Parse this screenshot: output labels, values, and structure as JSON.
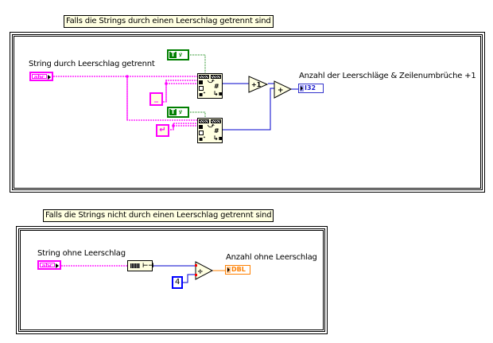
{
  "frames": [
    {
      "caption": "Falls die Strings durch einen Leerschlag getrennt sind",
      "input_label": "String durch Leerschlag getrennt",
      "input_type": "abc",
      "output_label": "Anzahl der Leerschläge & Zeilenumbrüche +1",
      "output_type": "I32",
      "constants": {
        "bool_1": "T",
        "bool_2": "T",
        "space_const": "_",
        "newline_const": "↵"
      },
      "operators": {
        "increment": "+1",
        "add": "+"
      }
    },
    {
      "caption": "Falls die Strings nicht durch einen Leerschlag getrennt sind",
      "input_label": "String ohne Leerschlag",
      "input_type": "abc",
      "output_label": "Anzahl ohne Leerschlag",
      "output_type": "DBL",
      "constants": {
        "divisor": "4"
      },
      "operators": {
        "divide": "÷",
        "string_length": "⊢⊣"
      }
    }
  ],
  "colors": {
    "string_wire": "#ff00ff",
    "numeric_wire": "#0000ff",
    "boolean_wire": "#007f00",
    "dbl_wire": "#ff8000",
    "node_fill": "#ffffe1",
    "i32_indicator": "#3333cc",
    "dbl_indicator": "#ff8000"
  }
}
